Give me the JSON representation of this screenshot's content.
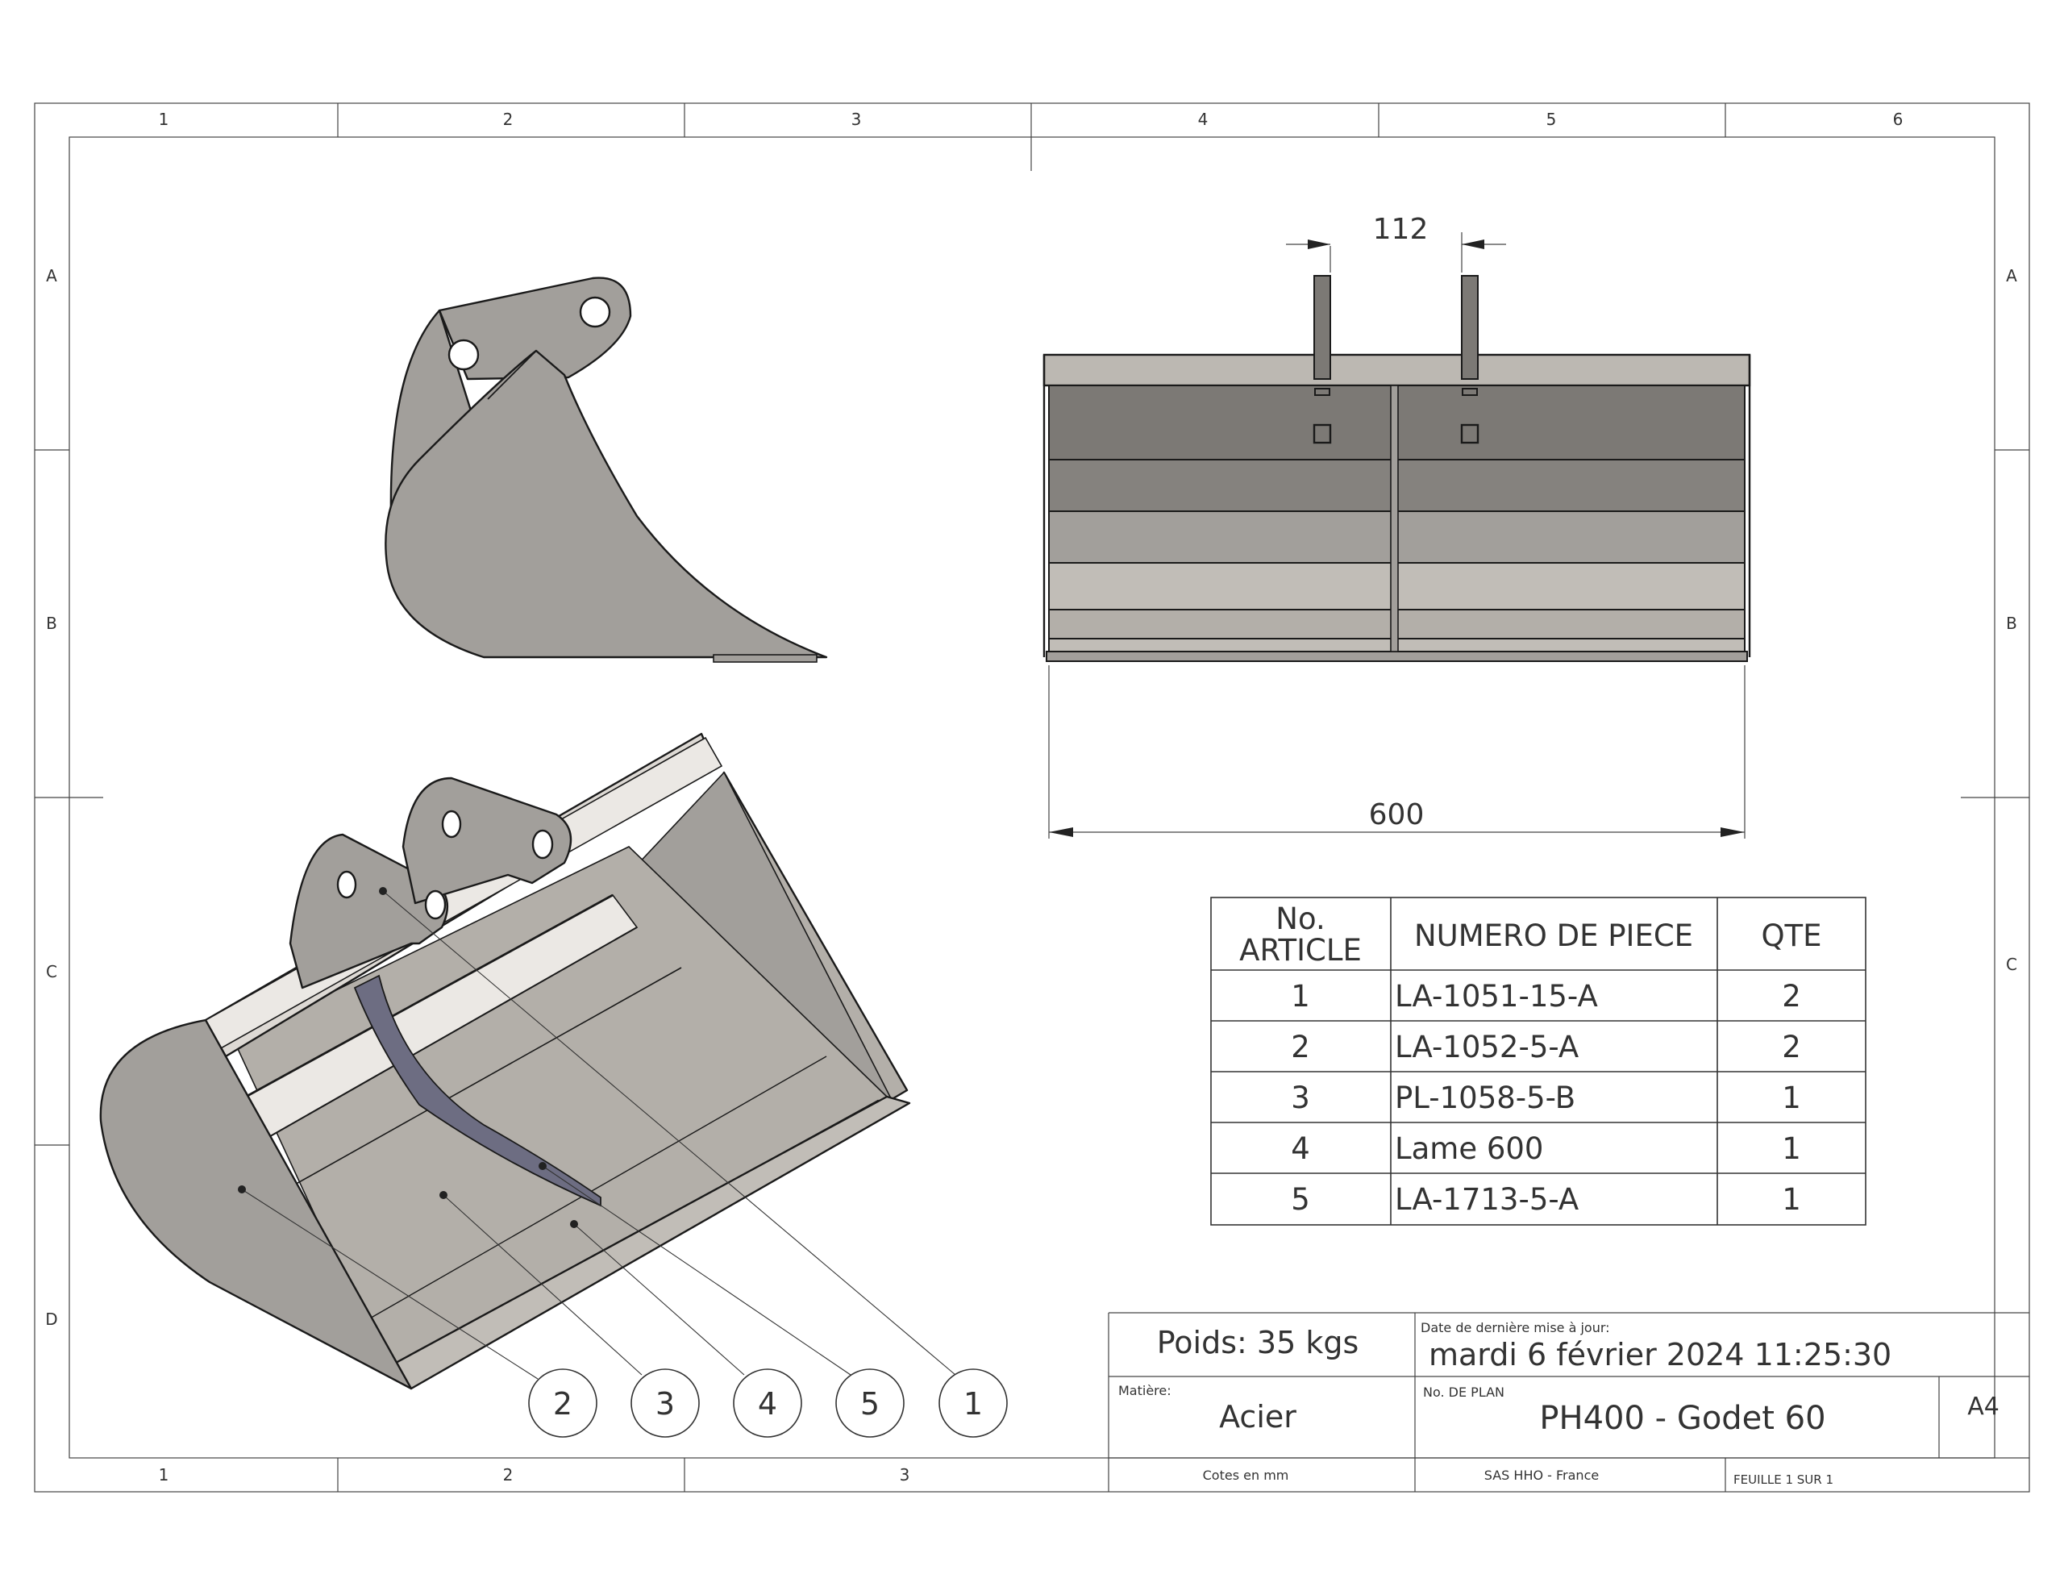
{
  "frame": {
    "columns": [
      "1",
      "2",
      "3",
      "4",
      "5",
      "6"
    ],
    "bottom_columns": [
      "1",
      "2",
      "3"
    ],
    "rows": [
      "A",
      "B",
      "C",
      "D"
    ],
    "right_rows": [
      "A",
      "B",
      "C"
    ]
  },
  "dimensions": {
    "top_width": "112",
    "overall_width": "600"
  },
  "balloons": [
    "2",
    "3",
    "4",
    "5",
    "1"
  ],
  "bom": {
    "headers": {
      "item_line1": "No.",
      "item_line2": "ARTICLE",
      "part": "NUMERO DE PIECE",
      "qty": "QTE"
    },
    "rows": [
      {
        "item": "1",
        "part": "LA-1051-15-A",
        "qty": "2"
      },
      {
        "item": "2",
        "part": "LA-1052-5-A",
        "qty": "2"
      },
      {
        "item": "3",
        "part": "PL-1058-5-B",
        "qty": "1"
      },
      {
        "item": "4",
        "part": "Lame 600",
        "qty": "1"
      },
      {
        "item": "5",
        "part": "LA-1713-5-A",
        "qty": "1"
      }
    ]
  },
  "title_block": {
    "weight": "Poids:  35 kgs",
    "date_label": "Date de dernière mise à jour:",
    "date_value": "mardi 6 février 2024 11:25:30",
    "material_label": "Matière:",
    "material_value": "Acier",
    "plan_label": "No. DE PLAN",
    "plan_value": "PH400 - Godet 60",
    "format": "A4",
    "units": "Cotes en mm",
    "company": "SAS HHO - France",
    "sheet": "FEUILLE 1 SUR 1"
  },
  "colors": {
    "steel_light": "#c1bdb7",
    "steel_mid": "#a29f9b",
    "steel_dark": "#7c7975",
    "blade": "#6d6d82"
  }
}
